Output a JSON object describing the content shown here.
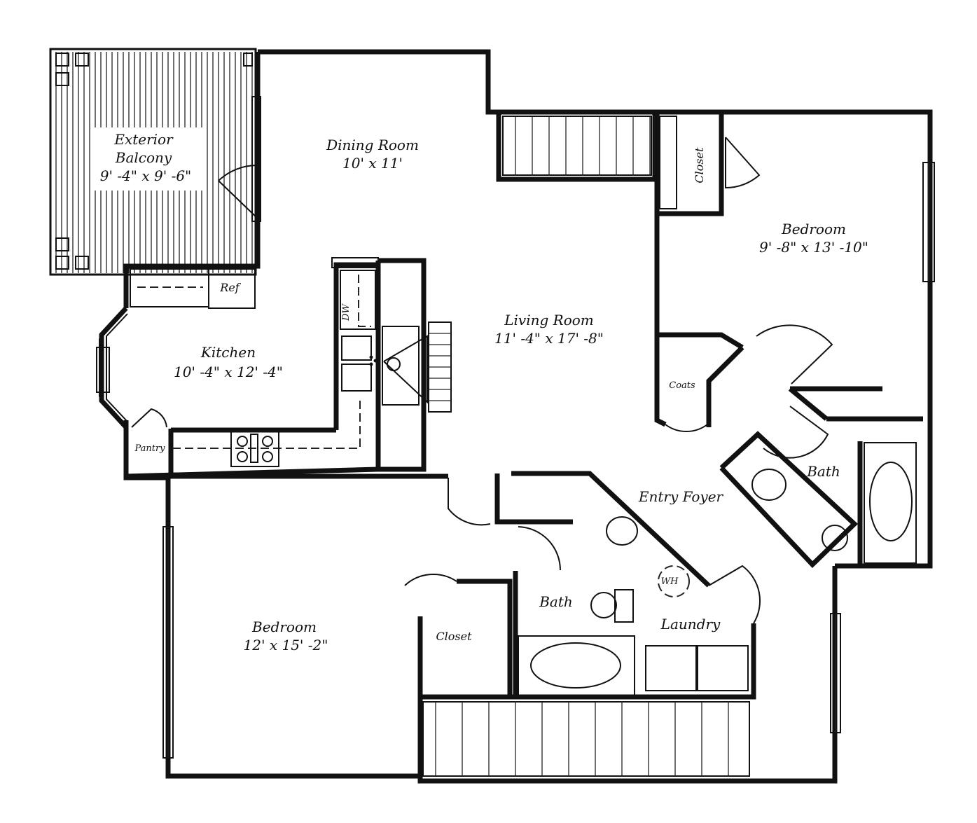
{
  "rooms": {
    "balcony": {
      "name_line1": "Exterior",
      "name_line2": "Balcony",
      "size": "9' -4\" x 9' -6\""
    },
    "dining": {
      "name": "Dining Room",
      "size": "10' x 11'"
    },
    "kitchen": {
      "name": "Kitchen",
      "size": "10' -4\" x 12' -4\""
    },
    "living": {
      "name": "Living Room",
      "size": "11' -4\" x 17' -8\""
    },
    "bedroom_east": {
      "name": "Bedroom",
      "size": "9' -8\" x 13' -10\""
    },
    "bedroom_west": {
      "name": "Bedroom",
      "size": "12' x 15' -2\""
    },
    "bath_east": {
      "name": "Bath"
    },
    "bath_center": {
      "name": "Bath"
    },
    "entry": {
      "name": "Entry Foyer"
    },
    "laundry": {
      "name": "Laundry"
    }
  },
  "fixtures": {
    "ref": "Ref",
    "dw": "DW",
    "pantry": "Pantry",
    "coats": "Coats",
    "wh": "WH",
    "closet_east": "Closet",
    "closet_west": "Closet"
  }
}
